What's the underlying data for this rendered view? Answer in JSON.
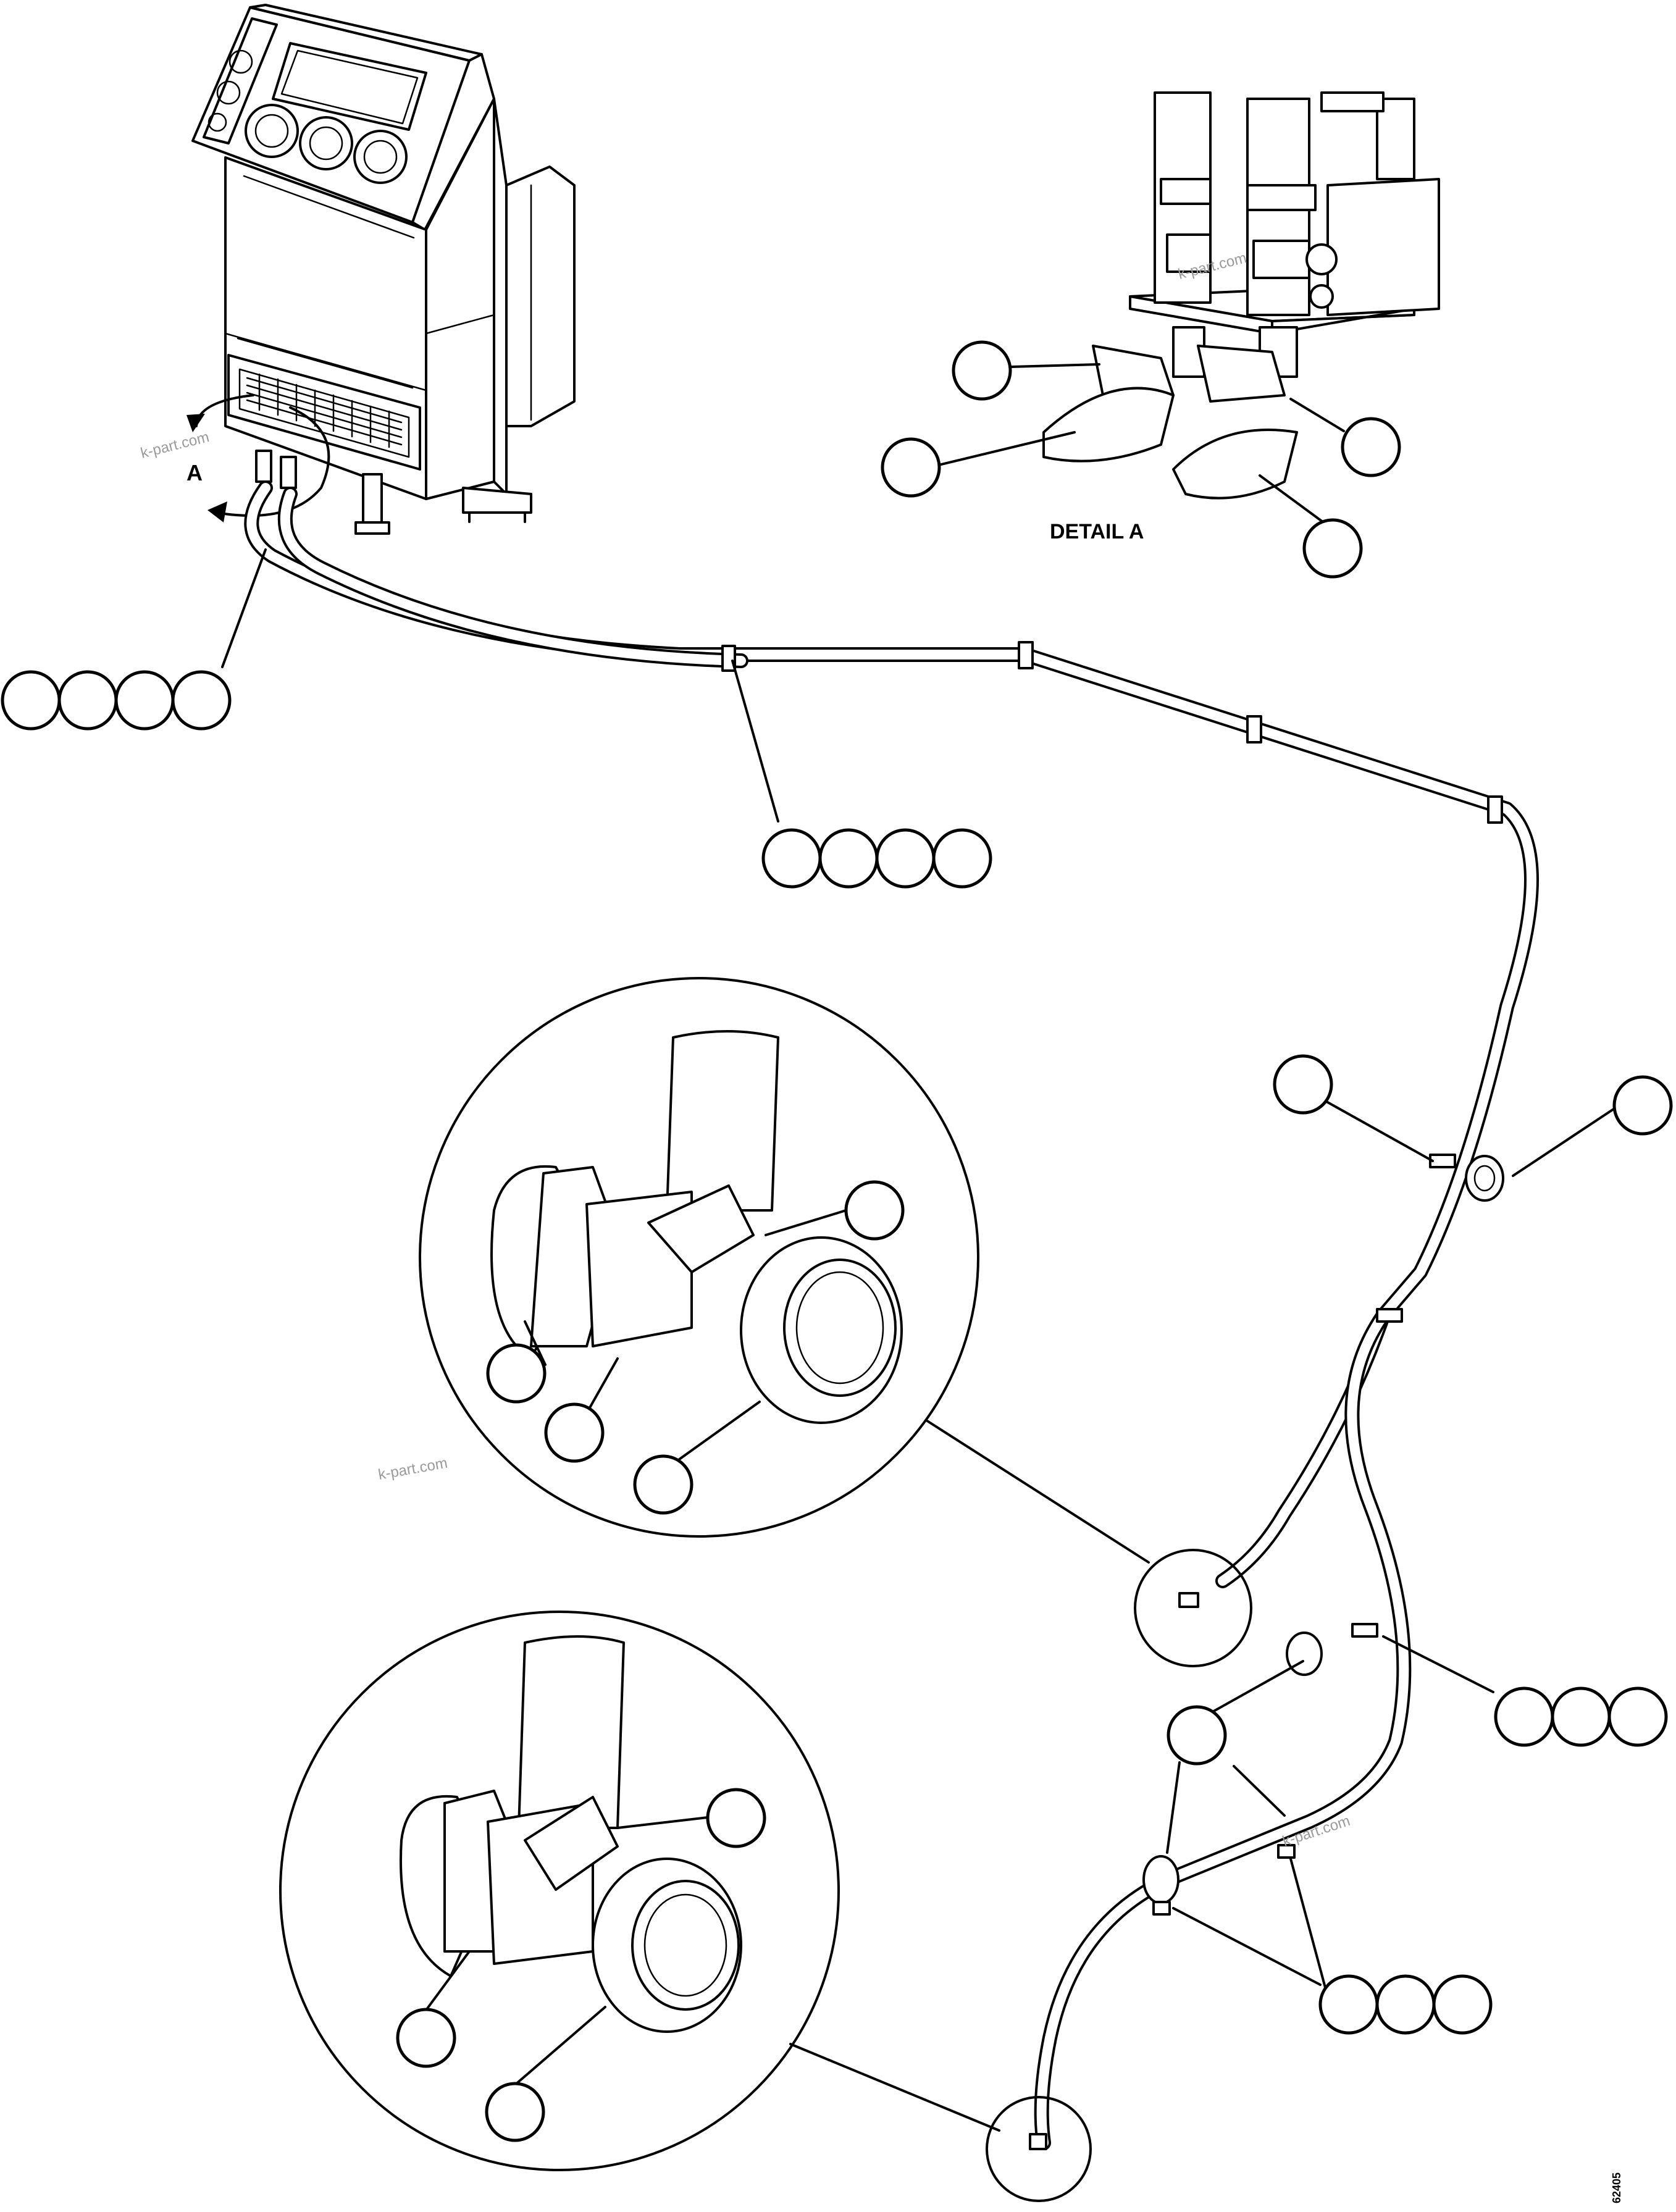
{
  "diagram": {
    "view_letter": "A",
    "detail_title": "DETAIL A",
    "figure_code": "62405",
    "watermark": "k-part.com"
  }
}
